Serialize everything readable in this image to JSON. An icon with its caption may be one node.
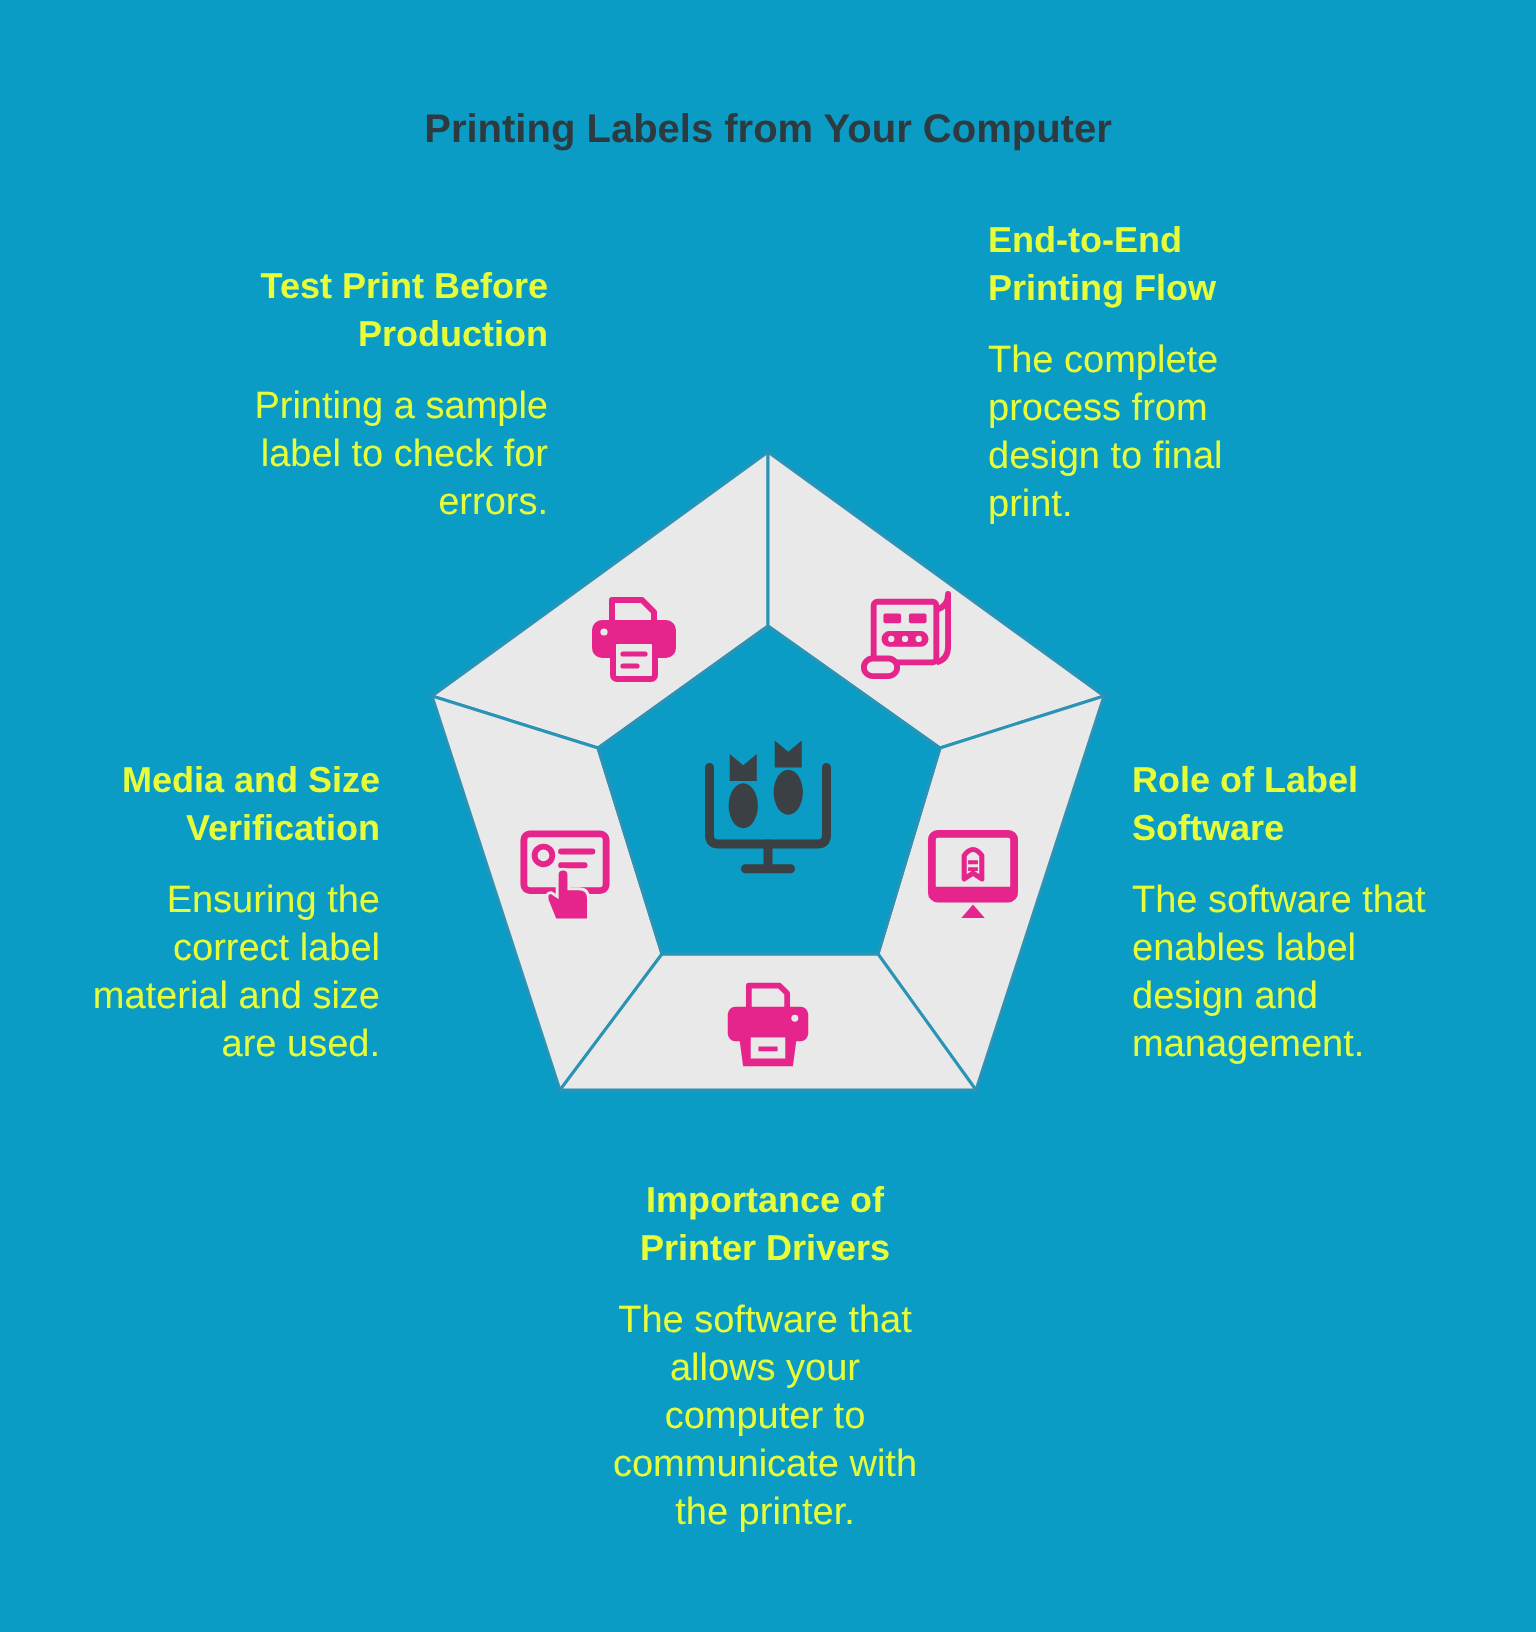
{
  "diagram": {
    "title": "Printing Labels from Your Computer",
    "nodes": [
      {
        "text": [
          "Test Print Before Production",
          "Printing a sample label to check for errors."
        ]
      },
      {
        "text": [
          "End-to-End Printing Flow",
          "The complete process from design to final print."
        ]
      },
      {
        "text": [
          "Media and Size Verification",
          "Ensuring the correct label material and size are used."
        ]
      },
      {
        "text": [
          "Role of Label Software",
          "The software that enables label design and management."
        ]
      },
      {
        "text": [
          "Importance of Printer Drivers",
          "The software that allows your computer to communicate with the printer."
        ]
      },
      {
        "text": [],
        "shape": "pentagon"
      }
    ]
  }
}
